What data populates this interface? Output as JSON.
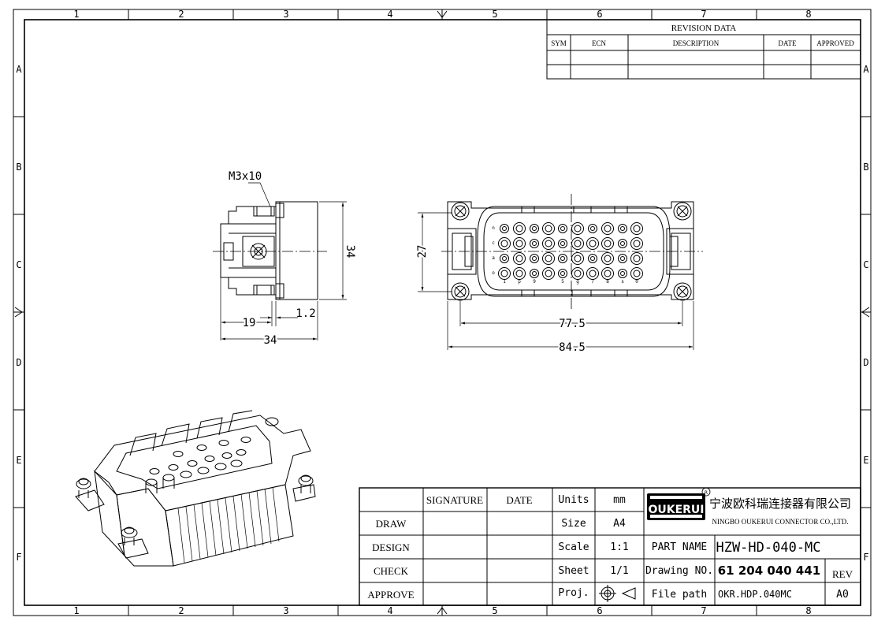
{
  "frame": {
    "columns": [
      "1",
      "2",
      "3",
      "4",
      "5",
      "6",
      "7",
      "8"
    ],
    "rows": [
      "A",
      "B",
      "C",
      "D",
      "E",
      "F"
    ]
  },
  "revision": {
    "title": "REVISION   DATA",
    "headers": [
      "SYM",
      "ECN",
      "DESCRIPTION",
      "DATE",
      "APPROVED"
    ]
  },
  "dimensions": {
    "thread": "M3x10",
    "side_height": "34",
    "side_19": "19",
    "side_1_2": "1.2",
    "side_width": "34",
    "front_27": "27",
    "front_77_5": "77.5",
    "front_84_5": "84.5"
  },
  "insert_marks": {
    "left": [
      "n",
      "c",
      "a",
      "o"
    ],
    "bottom": [
      "1",
      "p",
      "9",
      "5",
      "g",
      "7",
      "8",
      "s",
      "0"
    ]
  },
  "title_block": {
    "sig_header": "SIGNATURE",
    "date_header": "DATE",
    "roles": [
      "DRAW",
      "DESIGN",
      "CHECK",
      "APPROVE"
    ],
    "props": [
      {
        "label": "Units",
        "value": "mm"
      },
      {
        "label": "Size",
        "value": "A4"
      },
      {
        "label": "Scale",
        "value": "1:1"
      },
      {
        "label": "Sheet",
        "value": "1/1"
      },
      {
        "label": "Proj.",
        "value": ""
      }
    ],
    "logo": "OUKERUI",
    "company_cn": "宁波欧科瑞连接器有限公司",
    "company_en": "NINGBO OUKERUI CONNECTOR CO.,LTD.",
    "part_name_label": "PART NAME",
    "part_name": "HZW-HD-040-MC",
    "drawing_no_label": "Drawing NO.",
    "drawing_no": "61 204 040 441",
    "rev_label": "REV",
    "file_path_label": "File path",
    "file_path": "OKR.HDP.040MC",
    "rev": "A0"
  }
}
